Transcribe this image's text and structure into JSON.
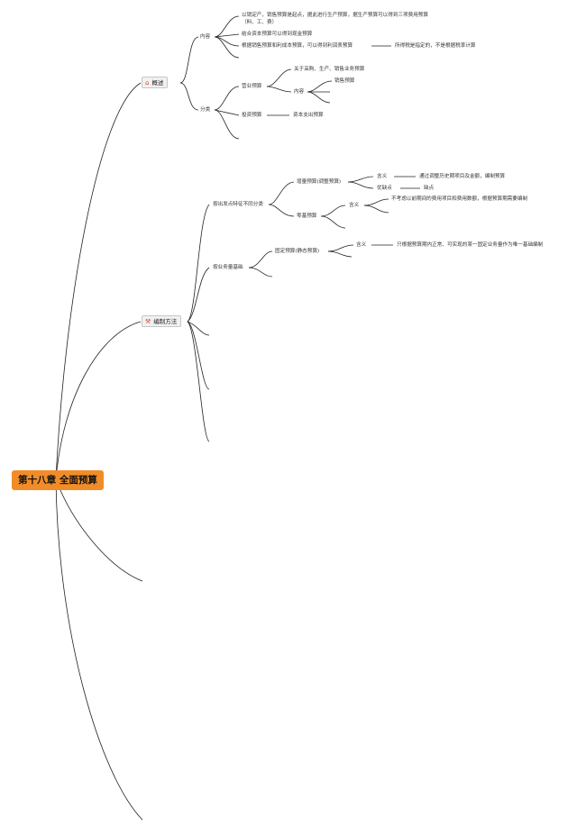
{
  "root": {
    "label": "第十八章 全面预算"
  },
  "branches": [
    {
      "label": "概述",
      "icon": "house-icon",
      "children": [
        {
          "label": "内容",
          "children": [
            {
              "label": "以销定产，销售预算是起点，据此进行生产预算，据生产预算可以得到三项费用预算（料、工、费）"
            },
            {
              "label": "结合资本预算可以得到现金预算"
            },
            {
              "label": "根据销售预算和利成本预算，可以得到利润表预算",
              "note": "所得税是指定的，不是根据税率计算"
            }
          ]
        },
        {
          "label": "分类",
          "children": [
            {
              "label": "营业预算",
              "children": [
                {
                  "label": "关于采购、生产、销售业务预算"
                },
                {
                  "label": "内容",
                  "children": [
                    {
                      "label": "销售预算"
                    }
                  ]
                }
              ]
            },
            {
              "label": "投资预算",
              "note": "资本支出预算"
            }
          ]
        }
      ]
    },
    {
      "label": "编制方法",
      "icon": "tools-icon",
      "children": [
        {
          "label": "按出发点特征不同分类",
          "children": [
            {
              "label": "增量预算(调整预算)",
              "children": [
                {
                  "label": "含义",
                  "note": "通过调整历史期项目及金额，编制预算"
                },
                {
                  "label": "优缺点",
                  "note": "缺点"
                }
              ]
            },
            {
              "label": "零基预算",
              "children": [
                {
                  "label": "含义",
                  "note": "不考虑以前期间的费用项目和费用数额，根据预算期需要编制"
                }
              ]
            }
          ]
        },
        {
          "label": "按业务量基础",
          "children": [
            {
              "label": "固定预算(静态预算)",
              "children": [
                {
                  "label": "含义",
                  "note": "只根据预算期内正常、可实现的某一固定业务量作为唯一基础编制"
                }
              ]
            }
          ]
        }
      ]
    }
  ]
}
